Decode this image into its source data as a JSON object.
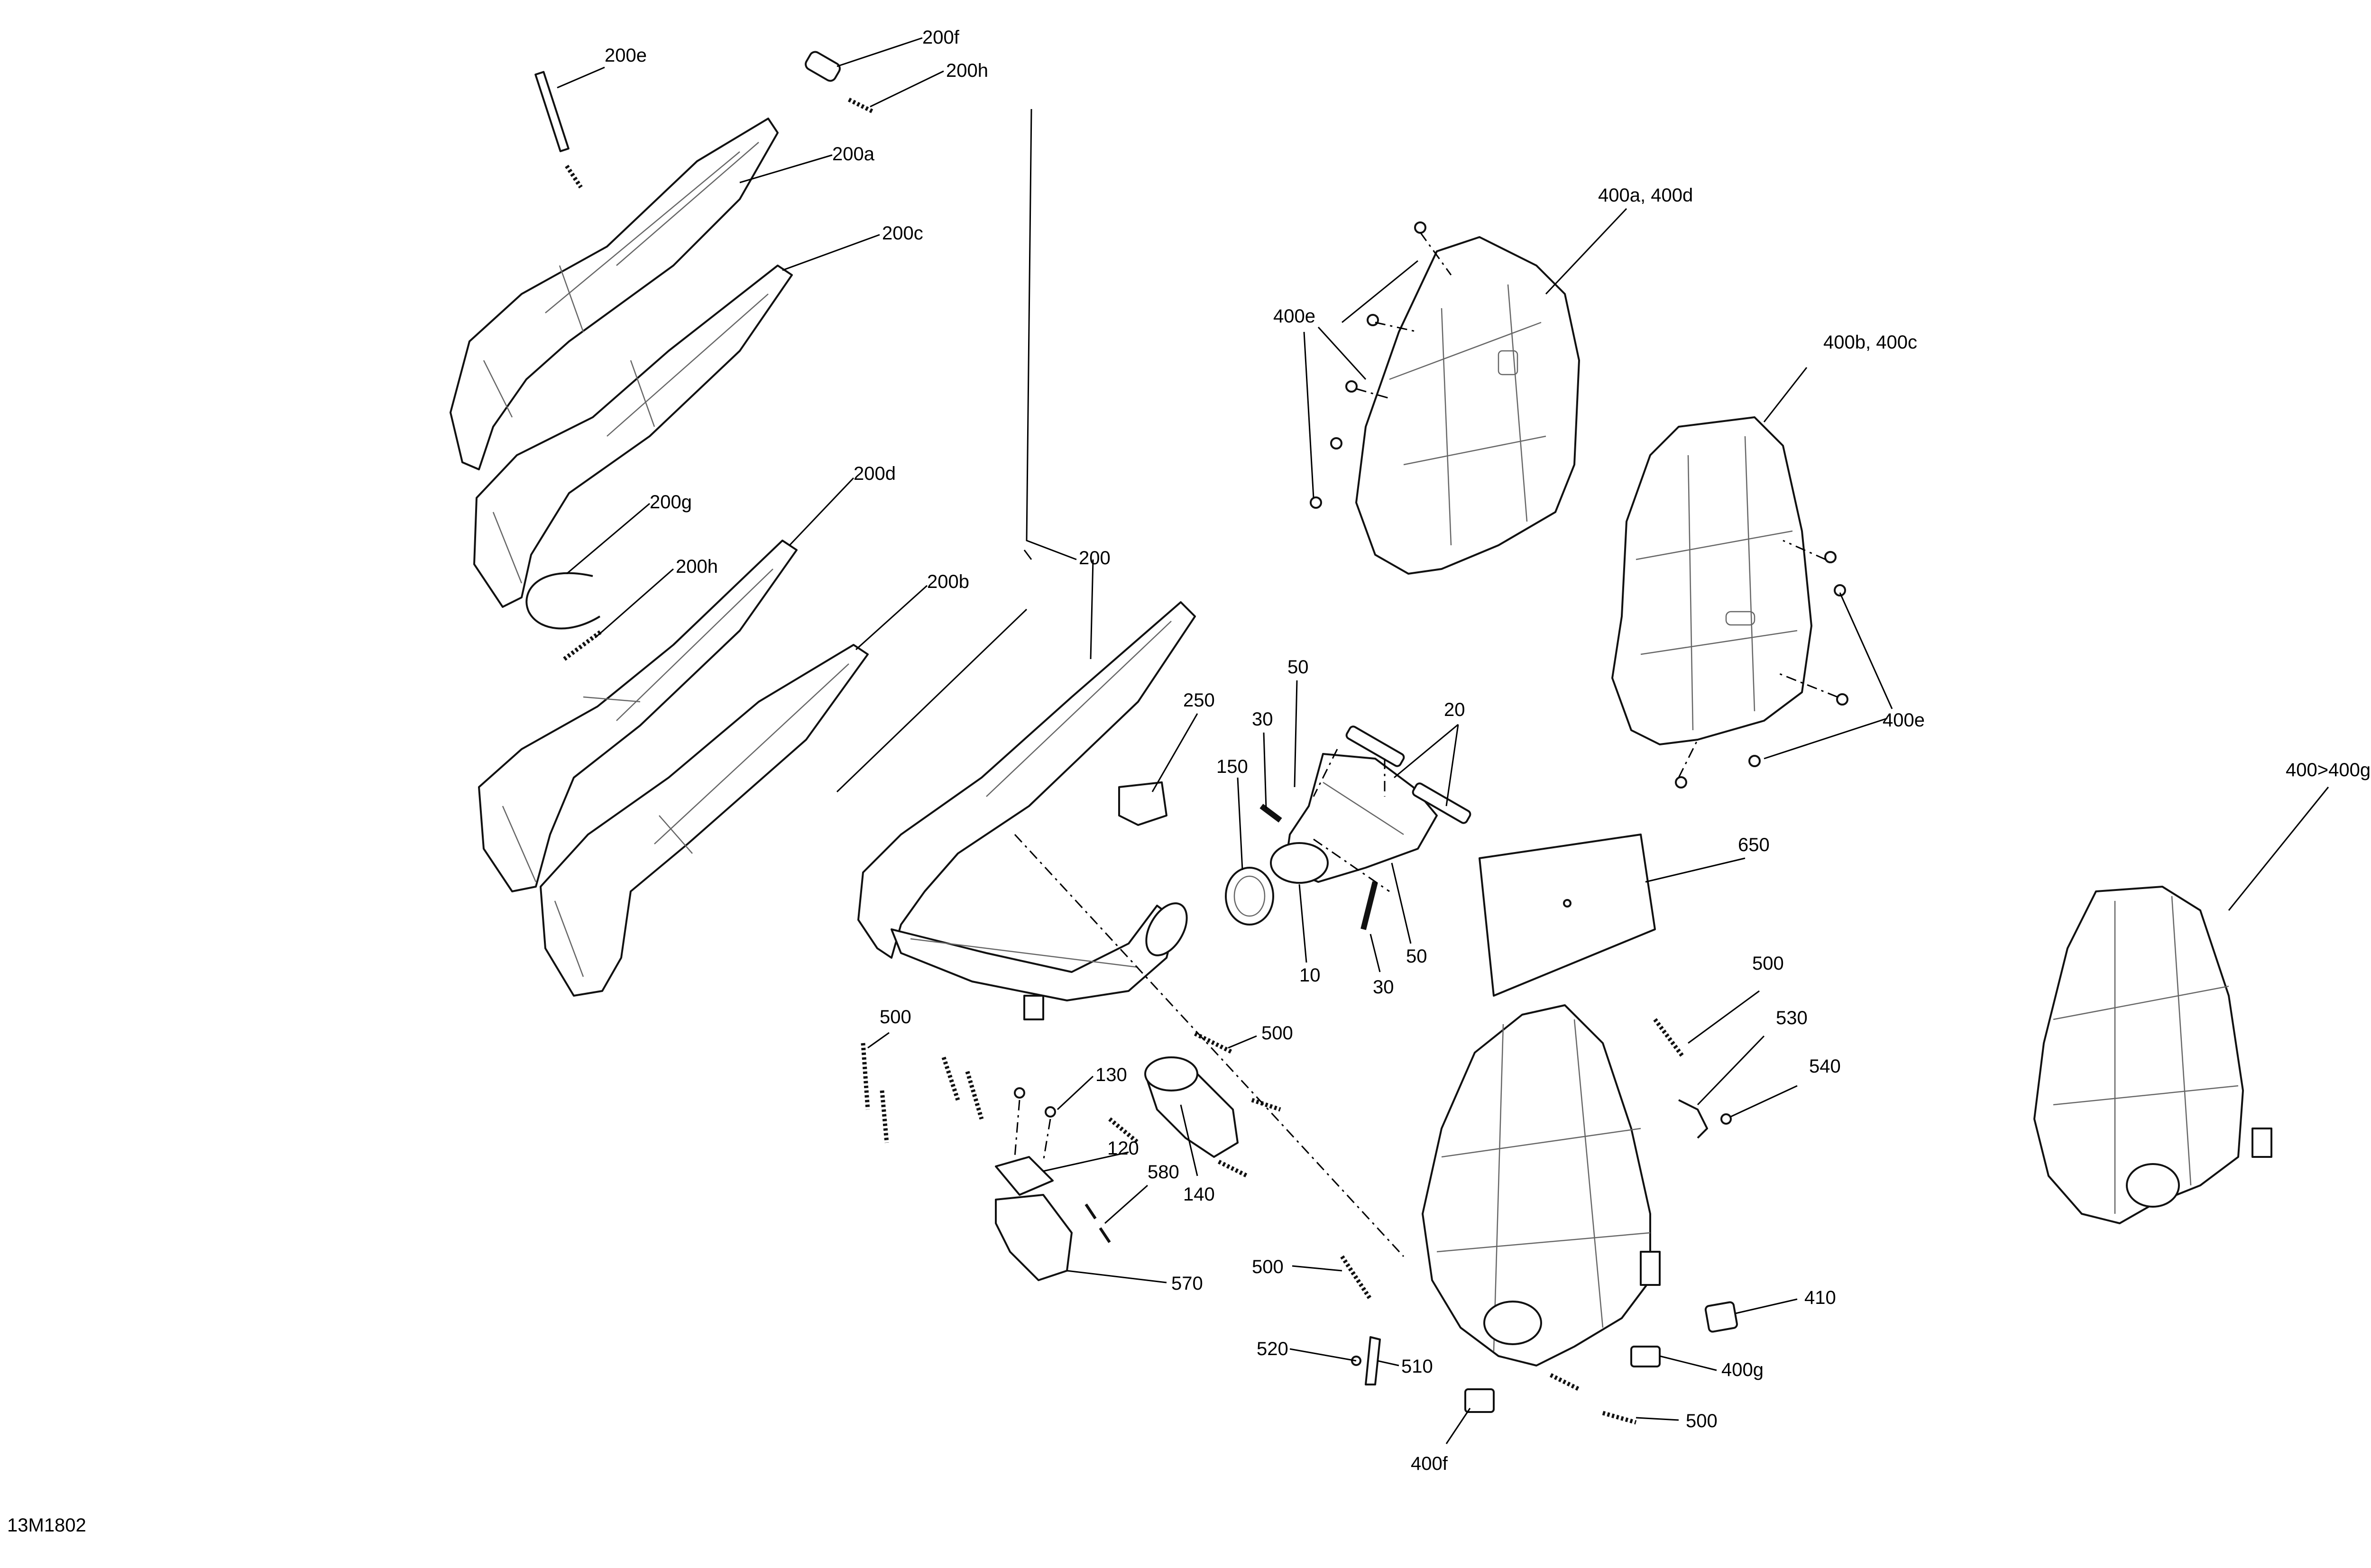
{
  "drawing_number": "13M1802",
  "callouts": {
    "c200e": "200e",
    "c200f": "200f",
    "c200h_top": "200h",
    "c200a": "200a",
    "c200c": "200c",
    "c200g": "200g",
    "c200d": "200d",
    "c200h_mid": "200h",
    "c200b": "200b",
    "c200": "200",
    "c250": "250",
    "c50_top": "50",
    "c30_top": "30",
    "c20": "20",
    "c150": "150",
    "c10": "10",
    "c30_bottom": "30",
    "c50_bottom": "50",
    "c400a_d": "400a, 400d",
    "c400e_left": "400e",
    "c400b_c": "400b, 400c",
    "c400e_right": "400e",
    "c400_g": "400>400g",
    "c650": "650",
    "c500_a": "500",
    "c500_b": "500",
    "c500_c": "500",
    "c500_d": "500",
    "c500_e": "500",
    "c530": "530",
    "c540": "540",
    "c130": "130",
    "c120": "120",
    "c580": "580",
    "c140": "140",
    "c570": "570",
    "c410": "410",
    "c400g": "400g",
    "c520": "520",
    "c510": "510",
    "c400f": "400f"
  }
}
